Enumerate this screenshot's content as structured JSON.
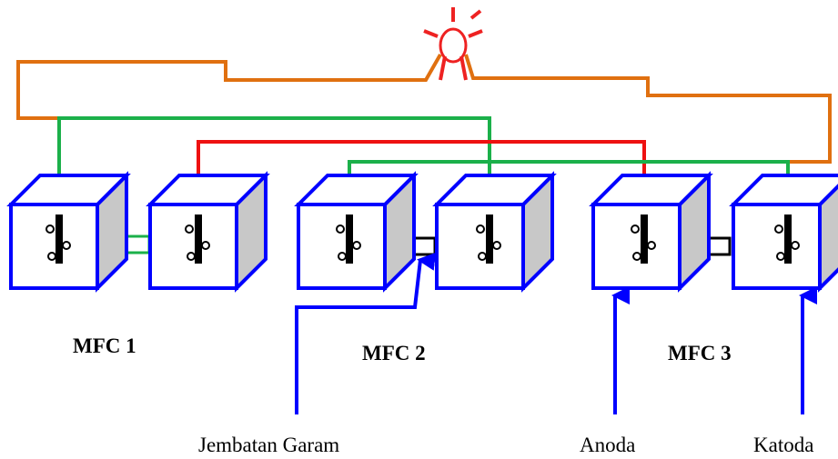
{
  "labels": {
    "mfc1": "MFC 1",
    "mfc2": "MFC 2",
    "mfc3": "MFC 3",
    "salt_bridge": "Jembatan Garam",
    "anode": "Anoda",
    "cathode": "Katoda"
  },
  "colors": {
    "cube_edge": "#0000ff",
    "cube_side": "#c8c8c8",
    "wire_green": "#1bb04a",
    "wire_red": "#ee1111",
    "wire_orange": "#e07010",
    "lamp": "#ee2222",
    "electrode": "#000000",
    "bridge_green": "#1bb04a",
    "bridge_black": "#000000",
    "arrow": "#0000ff"
  },
  "icons": {
    "lamp": "light-bulb-icon",
    "electrode": "electrode-clip-icon"
  }
}
